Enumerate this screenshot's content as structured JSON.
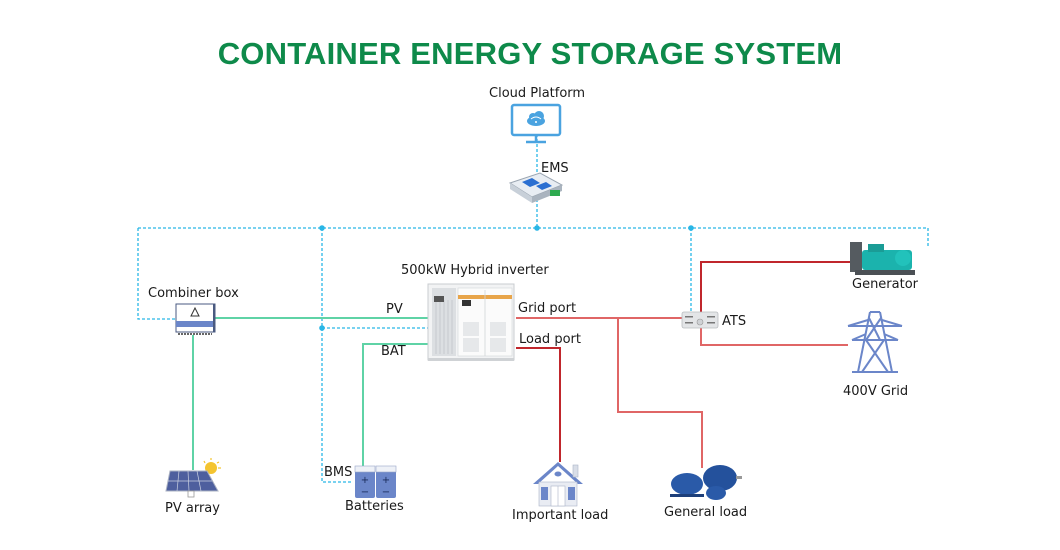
{
  "title": "CONTAINER ENERGY STORAGE SYSTEM",
  "colors": {
    "title": "#0e8a4a",
    "comm_line": "#29b6e6",
    "dc_line": "#5fd3a6",
    "ac_line": "#e06666",
    "ac_line_dark": "#c0262c",
    "icon_blue": "#6b86c9",
    "monitor_blue": "#4aa3e0"
  },
  "nodes": {
    "cloud": {
      "label": "Cloud Platform",
      "icon": "monitor-cloud-wifi-icon"
    },
    "ems": {
      "label": "EMS",
      "icon": "ems-controller-icon"
    },
    "combiner": {
      "label": "Combiner box",
      "icon": "combiner-box-icon"
    },
    "inverter": {
      "label": "500kW Hybrid inverter",
      "icon": "inverter-cabinet-icon"
    },
    "generator": {
      "label": "Generator",
      "icon": "generator-icon"
    },
    "ats": {
      "label": "ATS",
      "icon": "ats-switch-icon"
    },
    "grid": {
      "label": "400V Grid",
      "icon": "transmission-tower-icon"
    },
    "pv_array": {
      "label": "PV array",
      "icon": "solar-panel-icon"
    },
    "batteries": {
      "label": "Batteries",
      "icon": "battery-icon"
    },
    "bms": {
      "label": "BMS"
    },
    "important_load": {
      "label": "Important load",
      "icon": "house-icon"
    },
    "general_load": {
      "label": "General load",
      "icon": "motor-icon"
    }
  },
  "ports": {
    "pv": "PV",
    "bat": "BAT",
    "grid_port": "Grid port",
    "load_port": "Load port"
  }
}
